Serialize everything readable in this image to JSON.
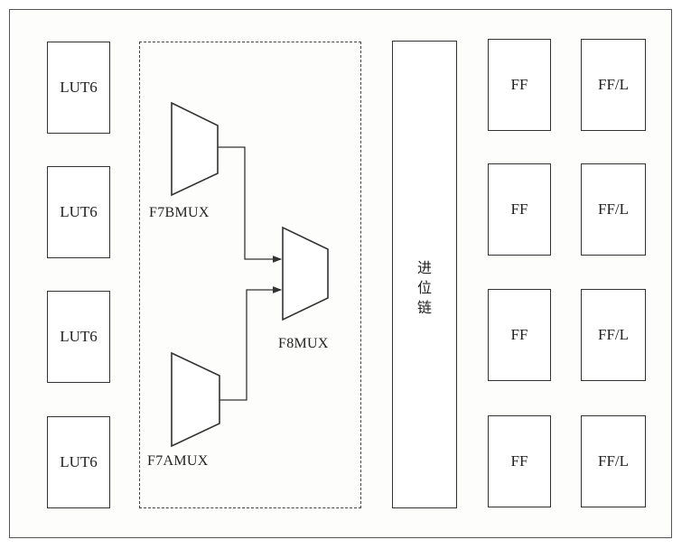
{
  "lut_blocks": [
    "LUT6",
    "LUT6",
    "LUT6",
    "LUT6"
  ],
  "mux": {
    "f7b": "F7BMUX",
    "f7a": "F7AMUX",
    "f8": "F8MUX"
  },
  "carry_chain": "进位链",
  "ff_blocks": [
    "FF",
    "FF",
    "FF",
    "FF"
  ],
  "ffl_blocks": [
    "FF/L",
    "FF/L",
    "FF/L",
    "FF/L"
  ]
}
